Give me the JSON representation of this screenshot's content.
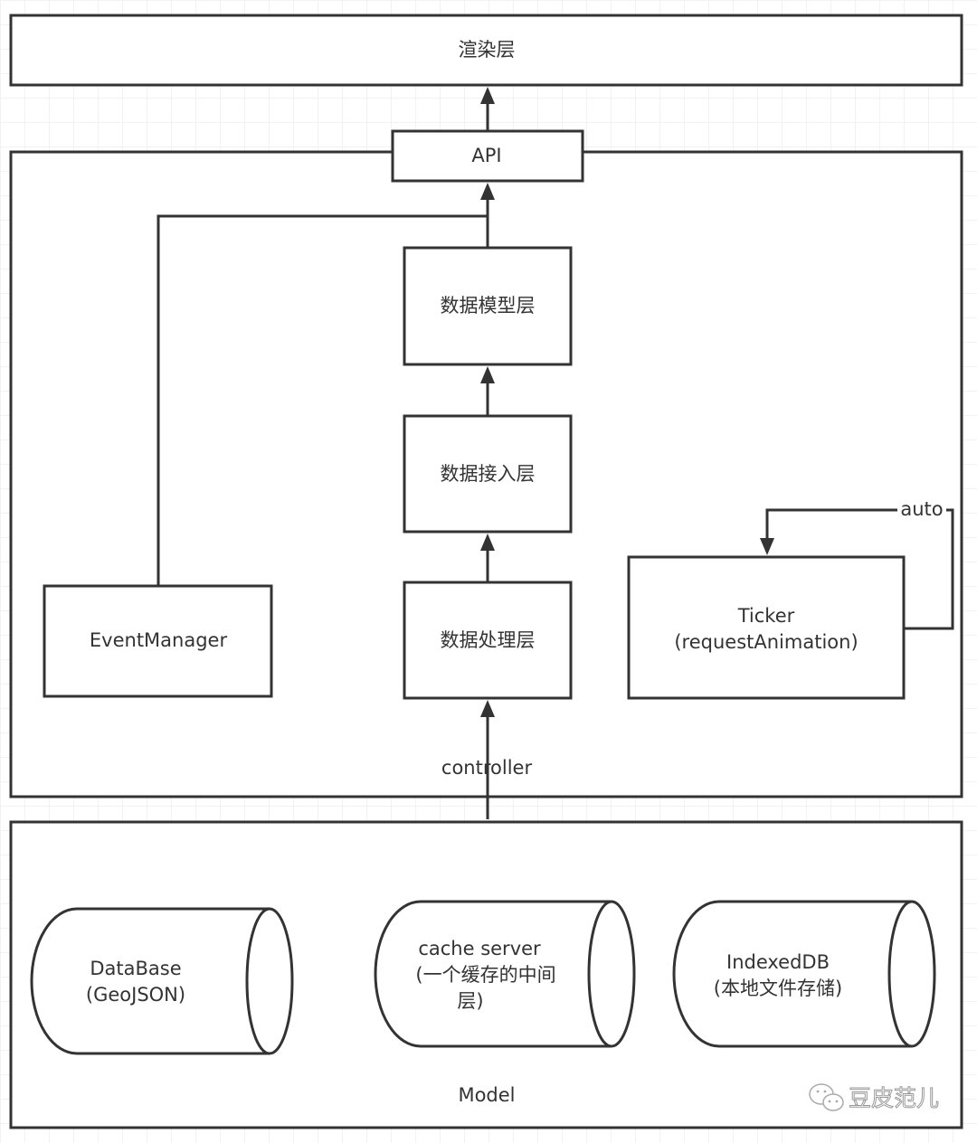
{
  "diagram": {
    "layers": {
      "render": {
        "label": "渲染层"
      },
      "controller": {
        "label": "controller"
      },
      "model": {
        "label": "Model"
      }
    },
    "nodes": {
      "api": {
        "label": "API"
      },
      "data_model": {
        "label": "数据模型层"
      },
      "data_access": {
        "label": "数据接入层"
      },
      "data_process": {
        "label": "数据处理层"
      },
      "event_manager": {
        "label": "EventManager"
      },
      "ticker": {
        "line1": "Ticker",
        "line2": "(requestAnimation)"
      },
      "database": {
        "line1": "DataBase",
        "line2": "(GeoJSON)"
      },
      "cache_server": {
        "line1": "cache server",
        "line2": "(一个缓存的中间",
        "line3": "层)"
      },
      "indexeddb": {
        "line1": "IndexedDB",
        "line2": "(本地文件存储)"
      }
    },
    "edges": [
      {
        "from": "api",
        "to": "render"
      },
      {
        "from": "data_model",
        "to": "api"
      },
      {
        "from": "event_manager",
        "to": "api"
      },
      {
        "from": "data_access",
        "to": "data_model"
      },
      {
        "from": "data_process",
        "to": "data_access"
      },
      {
        "from": "model",
        "to": "data_process",
        "label": "controller"
      },
      {
        "from": "ticker",
        "to": "ticker",
        "label": "auto"
      }
    ],
    "auto_label": "auto",
    "watermark": {
      "text": "豆皮范儿",
      "icon": "wechat-icon"
    },
    "colors": {
      "stroke": "#333333",
      "grid": "#eeeeee",
      "text": "#333333"
    }
  }
}
